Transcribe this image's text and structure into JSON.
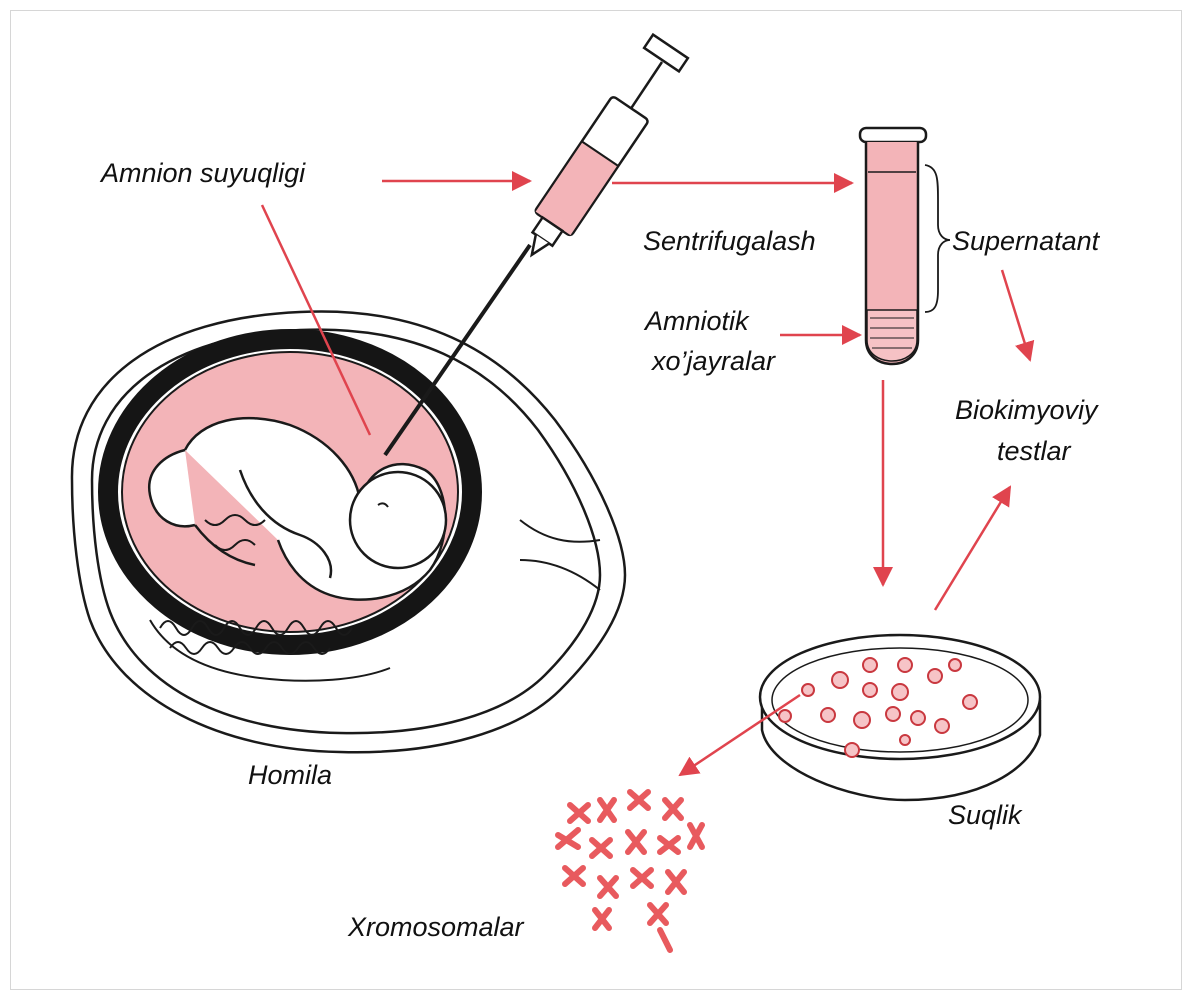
{
  "labels": {
    "amnion_fluid": "Amnion suyuqligi",
    "centrifugation": "Sentrifugalash",
    "supernatant": "Supernatant",
    "amniotic_cells_line1": "Amniotik",
    "amniotic_cells_line2": "xo’jayralar",
    "biochemical_line1": "Biokimyoviy",
    "biochemical_line2": "testlar",
    "fetus": "Homila",
    "culture": "Suqlik",
    "chromosomes": "Xromosomalar"
  },
  "colors": {
    "arrow": "#e0444e",
    "fill_pink": "#f3b4b8",
    "ink": "#1a1a1a",
    "chromosome": "#e85a5e",
    "background": "#ffffff"
  },
  "icons": [
    "syringe-icon",
    "test-tube-icon",
    "petri-dish-icon",
    "fetus-illustration",
    "chromosome-cluster"
  ]
}
